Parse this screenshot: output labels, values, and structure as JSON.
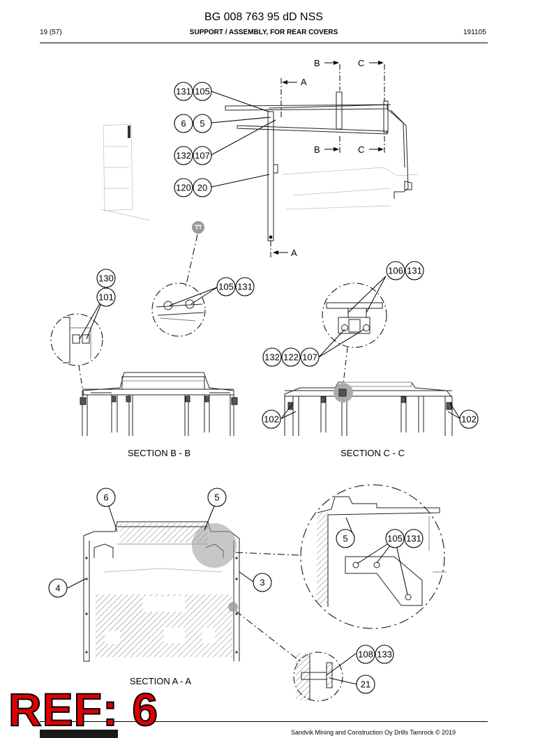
{
  "header": {
    "doc_number": "BG 008 763 95 dD NSS",
    "page": "19 (57)",
    "title": "SUPPORT / ASSEMBLY, FOR REAR COVERS",
    "date": "191105"
  },
  "section_markers": [
    "A",
    "B",
    "C"
  ],
  "section_labels": {
    "bb": "SECTION B - B",
    "cc": "SECTION C - C",
    "aa": "SECTION A - A"
  },
  "callouts": {
    "top": [
      [
        "131",
        "105"
      ],
      [
        "6",
        "5"
      ],
      [
        "132",
        "107"
      ],
      [
        "120",
        "20"
      ]
    ],
    "detail_b": [
      [
        "105",
        "131"
      ]
    ],
    "left_detail": [
      "130",
      "101"
    ],
    "detail_c": [
      [
        "106",
        "131"
      ],
      [
        "132",
        "122",
        "107"
      ]
    ],
    "section_cc": [
      "102",
      "102"
    ],
    "section_aa": [
      "6",
      "5",
      "4",
      "3"
    ],
    "zoom_detail": [
      [
        "105",
        "131"
      ],
      "5"
    ],
    "bottom_detail": [
      [
        "108",
        "133"
      ],
      "21"
    ]
  },
  "footer": {
    "copyright": "Sandvik Mining and Construction Oy Drills Tamrock © 2019"
  },
  "stamp": "REF: 6"
}
